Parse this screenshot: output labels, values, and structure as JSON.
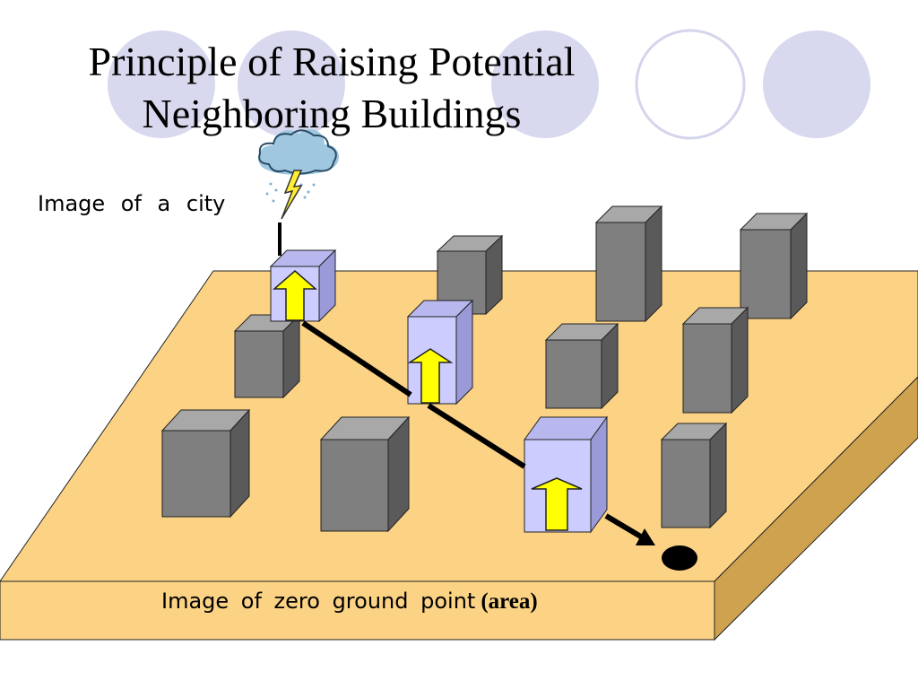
{
  "slide": {
    "title_line1": "Principle of Raising Potential",
    "title_line2": "Neighboring Buildings"
  },
  "labels": {
    "city": "Image of a city",
    "zero_point_a": "Image of zero ground point",
    "zero_point_b": "(area)"
  },
  "colors": {
    "ground_top": "#fcd385",
    "ground_right": "#cfa24f",
    "building_grey": "#7f7f7f",
    "building_raised": "#ccccff",
    "arrow_yellow": "#ffff00",
    "decor_circle": "#d8d8ee"
  },
  "icons": [
    "lightning-cloud-icon",
    "up-arrow-icon",
    "zero-point-dot"
  ]
}
